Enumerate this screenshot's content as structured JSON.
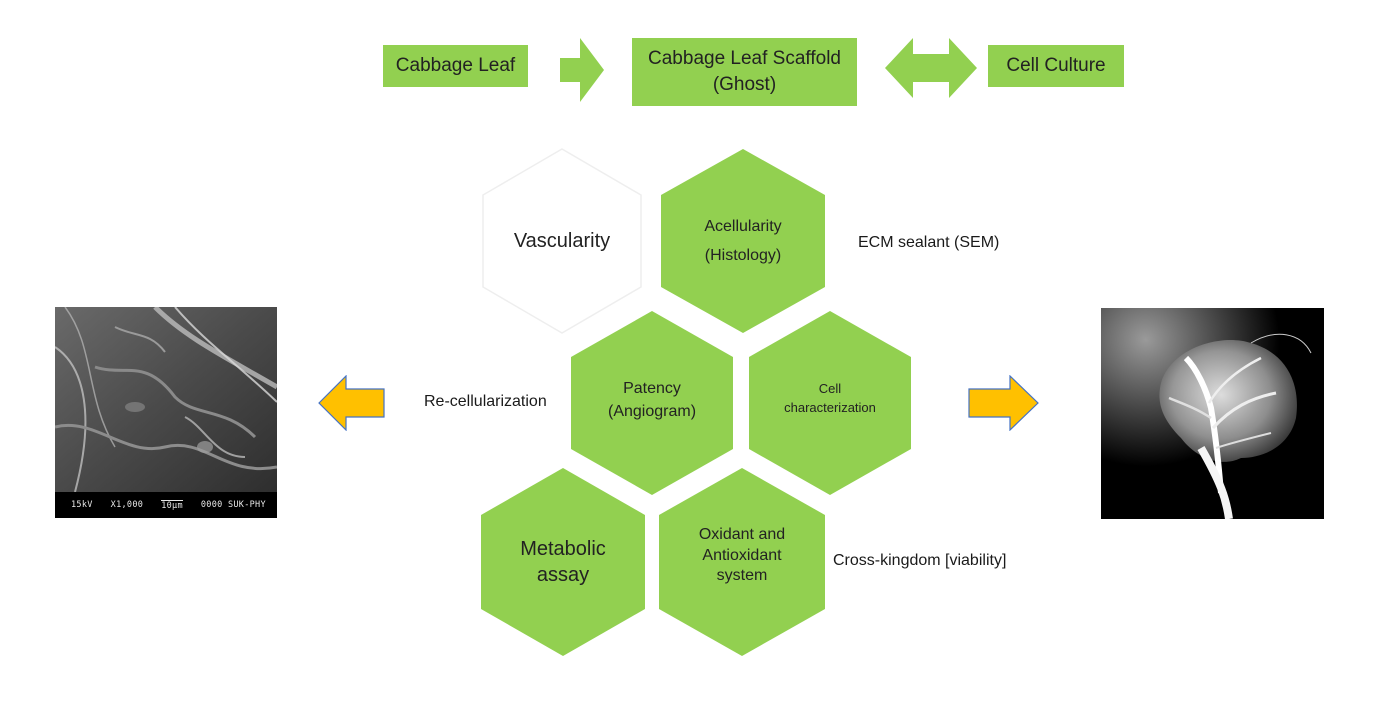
{
  "flow": {
    "leaf": "Cabbage Leaf",
    "scaffold_line1": "Cabbage Leaf Scaffold",
    "scaffold_line2": "(Ghost)",
    "culture": "Cell Culture"
  },
  "hexagons": {
    "vascularity": "Vascularity",
    "acellularity_line1": "Acellularity",
    "acellularity_line2": "(Histology)",
    "patency_line1": "Patency",
    "patency_line2": "(Angiogram)",
    "cell_char_line1": "Cell",
    "cell_char_line2": "characterization",
    "metabolic_line1": "Metabolic",
    "metabolic_line2": "assay",
    "oxidant_line1": "Oxidant and",
    "oxidant_line2": "Antioxidant",
    "oxidant_line3": "system"
  },
  "side_labels": {
    "ecm": "ECM sealant (SEM)",
    "recell": "Re-cellularization",
    "cross": "Cross-kingdom [viability]"
  },
  "sem_image": {
    "voltage": "15kV",
    "magnification": "X1,000",
    "scale": "10µm",
    "code": "0000 SUK-PHY"
  },
  "colors": {
    "green": "#92d050",
    "arrow_orange": "#ffc000",
    "arrow_outline": "#4472c4"
  }
}
